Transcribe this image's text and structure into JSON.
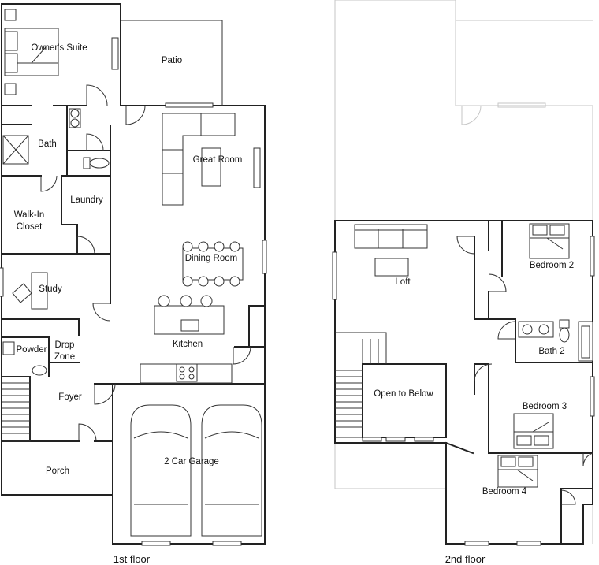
{
  "floor_labels": {
    "first": "1st floor",
    "second": "2nd floor"
  },
  "first_floor_rooms": {
    "owners_suite": "Owner's Suite",
    "patio": "Patio",
    "bath": "Bath",
    "great_room": "Great Room",
    "laundry": "Laundry",
    "walk_in_closet_line1": "Walk-In",
    "walk_in_closet_line2": "Closet",
    "dining_room": "Dining Room",
    "study": "Study",
    "kitchen": "Kitchen",
    "powder": "Powder",
    "drop_zone_line1": "Drop",
    "drop_zone_line2": "Zone",
    "foyer": "Foyer",
    "two_car_garage": "2 Car Garage",
    "porch": "Porch"
  },
  "second_floor_rooms": {
    "loft": "Loft",
    "bedroom_2": "Bedroom 2",
    "bath_2": "Bath 2",
    "open_to_below": "Open to Below",
    "bedroom_3": "Bedroom 3",
    "bedroom_4": "Bedroom 4"
  }
}
